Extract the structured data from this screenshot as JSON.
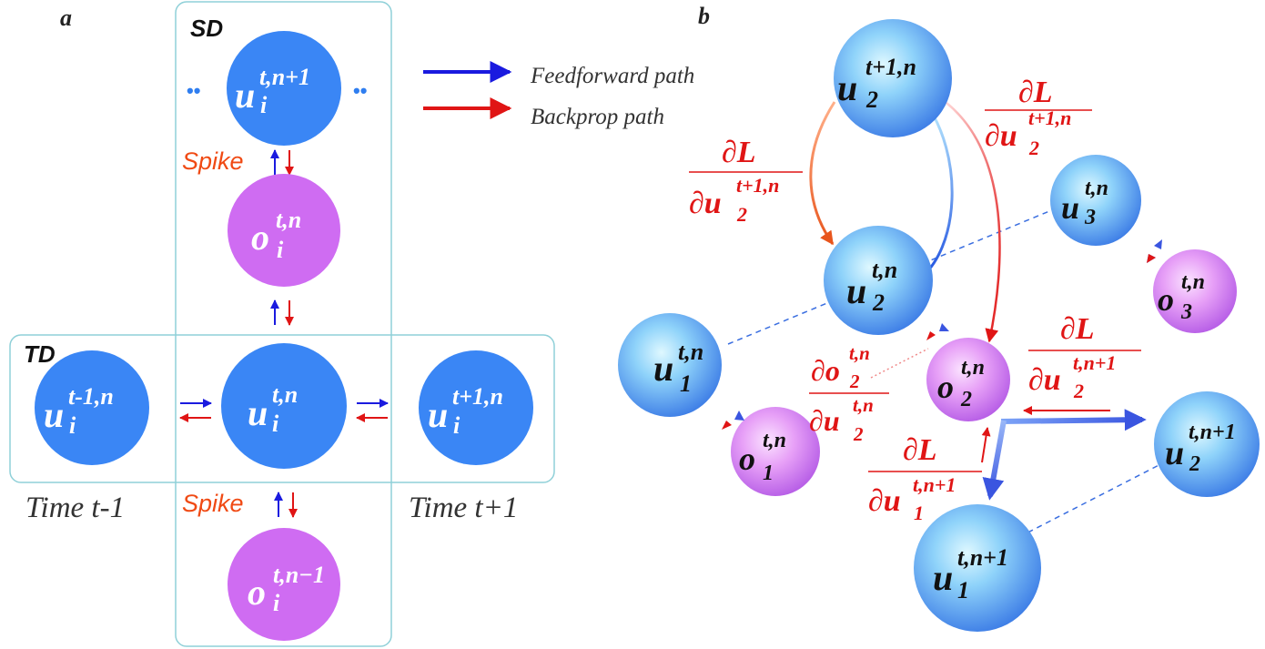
{
  "panels": {
    "a_label": "a",
    "b_label": "b"
  },
  "panel_a": {
    "sd_label": "SD",
    "td_label": "TD",
    "dots_left": "••",
    "dots_right": "••",
    "spike_upper": "Spike",
    "spike_lower": "Spike",
    "time_left": "Time t-1",
    "time_right": "Time t+1",
    "nodes": {
      "u_top": {
        "base": "u",
        "sub": "i",
        "sup": "t,n+1"
      },
      "o_mid": {
        "base": "o",
        "sub": "i",
        "sup": "t,n"
      },
      "u_center": {
        "base": "u",
        "sub": "i",
        "sup": "t,n"
      },
      "u_left": {
        "base": "u",
        "sub": "i",
        "sup": "t-1,n"
      },
      "u_right": {
        "base": "u",
        "sub": "i",
        "sup": "t+1,n"
      },
      "o_bottom": {
        "base": "o",
        "sub": "i",
        "sup": "t,n−1"
      }
    }
  },
  "legend": {
    "feedforward": "Feedforward path",
    "backprop": "Backprop path",
    "feedforward_color": "#1a1adf",
    "backprop_color": "#e01515"
  },
  "panel_b": {
    "nodes": {
      "u2_top": {
        "base": "u",
        "sub": "2",
        "sup": "t+1,n"
      },
      "u3": {
        "base": "u",
        "sub": "3",
        "sup": "t,n"
      },
      "o3": {
        "base": "o",
        "sub": "3",
        "sup": "t,n"
      },
      "u2": {
        "base": "u",
        "sub": "2",
        "sup": "t,n"
      },
      "u1": {
        "base": "u",
        "sub": "1",
        "sup": "t,n"
      },
      "o2": {
        "base": "o",
        "sub": "2",
        "sup": "t,n"
      },
      "o1": {
        "base": "o",
        "sub": "1",
        "sup": "t,n"
      },
      "u2_next": {
        "base": "u",
        "sub": "2",
        "sup": "t,n+1"
      },
      "u1_next": {
        "base": "u",
        "sub": "1",
        "sup": "t,n+1"
      }
    },
    "fractions": {
      "f_top_right": {
        "num": "∂L",
        "den_d": "∂u",
        "den_sub": "2",
        "den_sup": "t+1,n"
      },
      "f_left": {
        "num": "∂L",
        "den_d": "∂u",
        "den_sub": "2",
        "den_sup": "t+1,n"
      },
      "f_o2": {
        "num_d": "∂o",
        "num_sub": "2",
        "num_sup": "t,n",
        "den_d": "∂u",
        "den_sub": "2",
        "den_sup": "t,n"
      },
      "f_right": {
        "num": "∂L",
        "den_d": "∂u",
        "den_sub": "2",
        "den_sup": "t,n+1"
      },
      "f_bottom": {
        "num": "∂L",
        "den_d": "∂u",
        "den_sub": "1",
        "den_sup": "t,n+1"
      }
    }
  },
  "colors": {
    "blue_node": "#3a86f5",
    "purple_node": "#cf6cf2",
    "frame": "#8fd0d8",
    "spike_text": "#f04a14",
    "grad_text": "#e01515"
  }
}
